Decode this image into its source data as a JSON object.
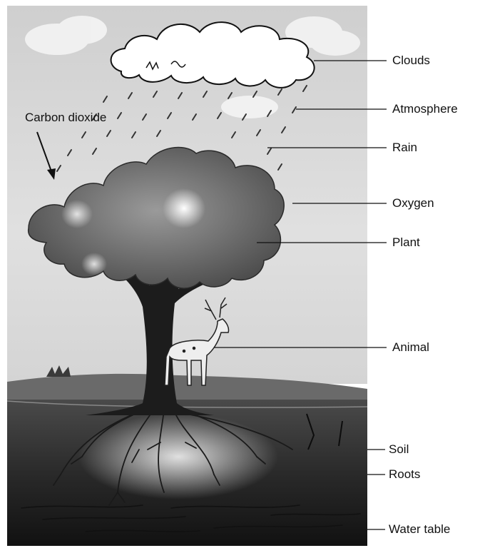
{
  "diagram": {
    "labels": {
      "clouds": "Clouds",
      "atmosphere": "Atmosphere",
      "rain": "Rain",
      "oxygen": "Oxygen",
      "plant": "Plant",
      "animal": "Animal",
      "soil": "Soil",
      "roots": "Roots",
      "water_table": "Water table",
      "carbon_dioxide": "Carbon dioxide"
    }
  }
}
